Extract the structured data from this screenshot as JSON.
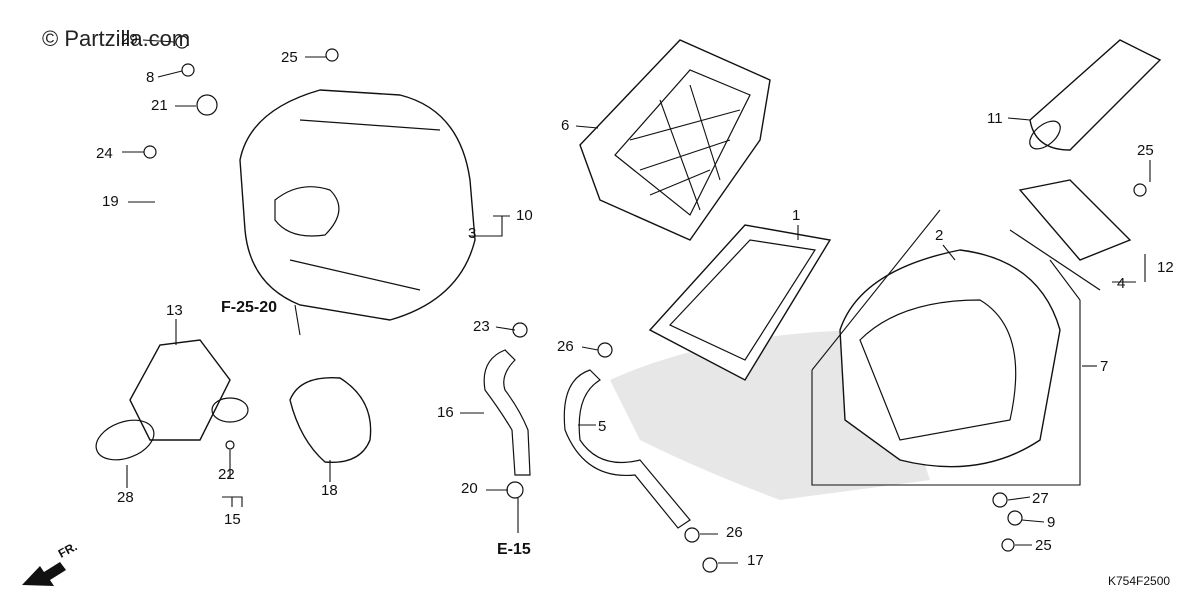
{
  "watermark": "© Partzilla.com",
  "diagram_code": "K754F2500",
  "direction_label": "FR.",
  "refs": [
    "F-25-20",
    "E-15"
  ],
  "callouts": [
    "29",
    "8",
    "25",
    "21",
    "24",
    "19",
    "13",
    "28",
    "22",
    "15",
    "18",
    "23",
    "16",
    "20",
    "6",
    "26",
    "5",
    "26",
    "17",
    "1",
    "10",
    "3",
    "11",
    "25",
    "2",
    "12",
    "4",
    "7",
    "27",
    "9",
    "25"
  ]
}
